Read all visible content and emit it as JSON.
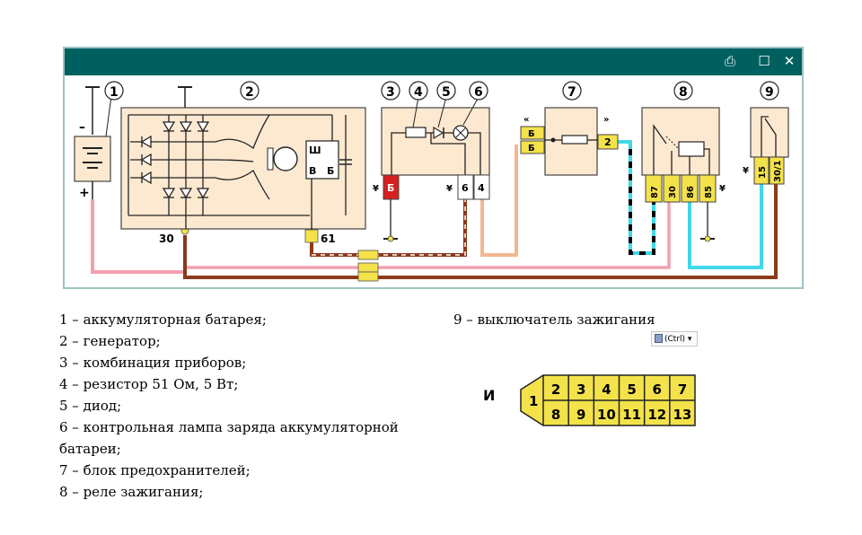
{
  "diagram": {
    "numbers": [
      "1",
      "2",
      "3",
      "4",
      "5",
      "6",
      "7",
      "8",
      "9"
    ],
    "generator": {
      "label_sh": "Ш",
      "label_v": "В",
      "label_b": "Б",
      "terminal_30": "30",
      "terminal_61": "61"
    },
    "panel": {
      "pin_b": "Б",
      "pin_6": "6",
      "pin_4": "4"
    },
    "fuse_block": {
      "pin_b1": "Б",
      "pin_b2": "Б",
      "pin_2": "2"
    },
    "relay": {
      "pins": [
        "87",
        "30",
        "86",
        "85"
      ]
    },
    "ignition_switch": {
      "pins": [
        "15",
        "30/1"
      ]
    },
    "battery": {
      "minus": "–",
      "plus": "+"
    }
  },
  "legend": {
    "items": [
      "1 – аккумуляторная батарея;",
      "2 – генератор;",
      "3 – комбинация приборов;",
      "4 – резистор 51 Ом, 5 Вт;",
      "5 – диод;",
      "6 – контрольная лампа заряда аккумуляторной",
      "батареи;",
      "7 – блок предохранителей;",
      "8 – реле зажигания;"
    ],
    "item_9": "9 – выключатель зажигания"
  },
  "paste_button": {
    "label": "(Ctrl)"
  },
  "connector": {
    "label": "И",
    "pin1": "1",
    "row1": [
      "2",
      "3",
      "4",
      "5",
      "6",
      "7"
    ],
    "row2": [
      "8",
      "9",
      "10",
      "11",
      "12",
      "13"
    ]
  },
  "colors": {
    "titlebar": "#006060",
    "wire_pink": "#f2a0b0",
    "wire_brown": "#8b3a1a",
    "wire_orange": "#f0b890",
    "wire_cyan": "#40d8e8",
    "panel_fill": "#fde9d0",
    "pin_yellow": "#f3e24a",
    "pin_red": "#d62020"
  }
}
